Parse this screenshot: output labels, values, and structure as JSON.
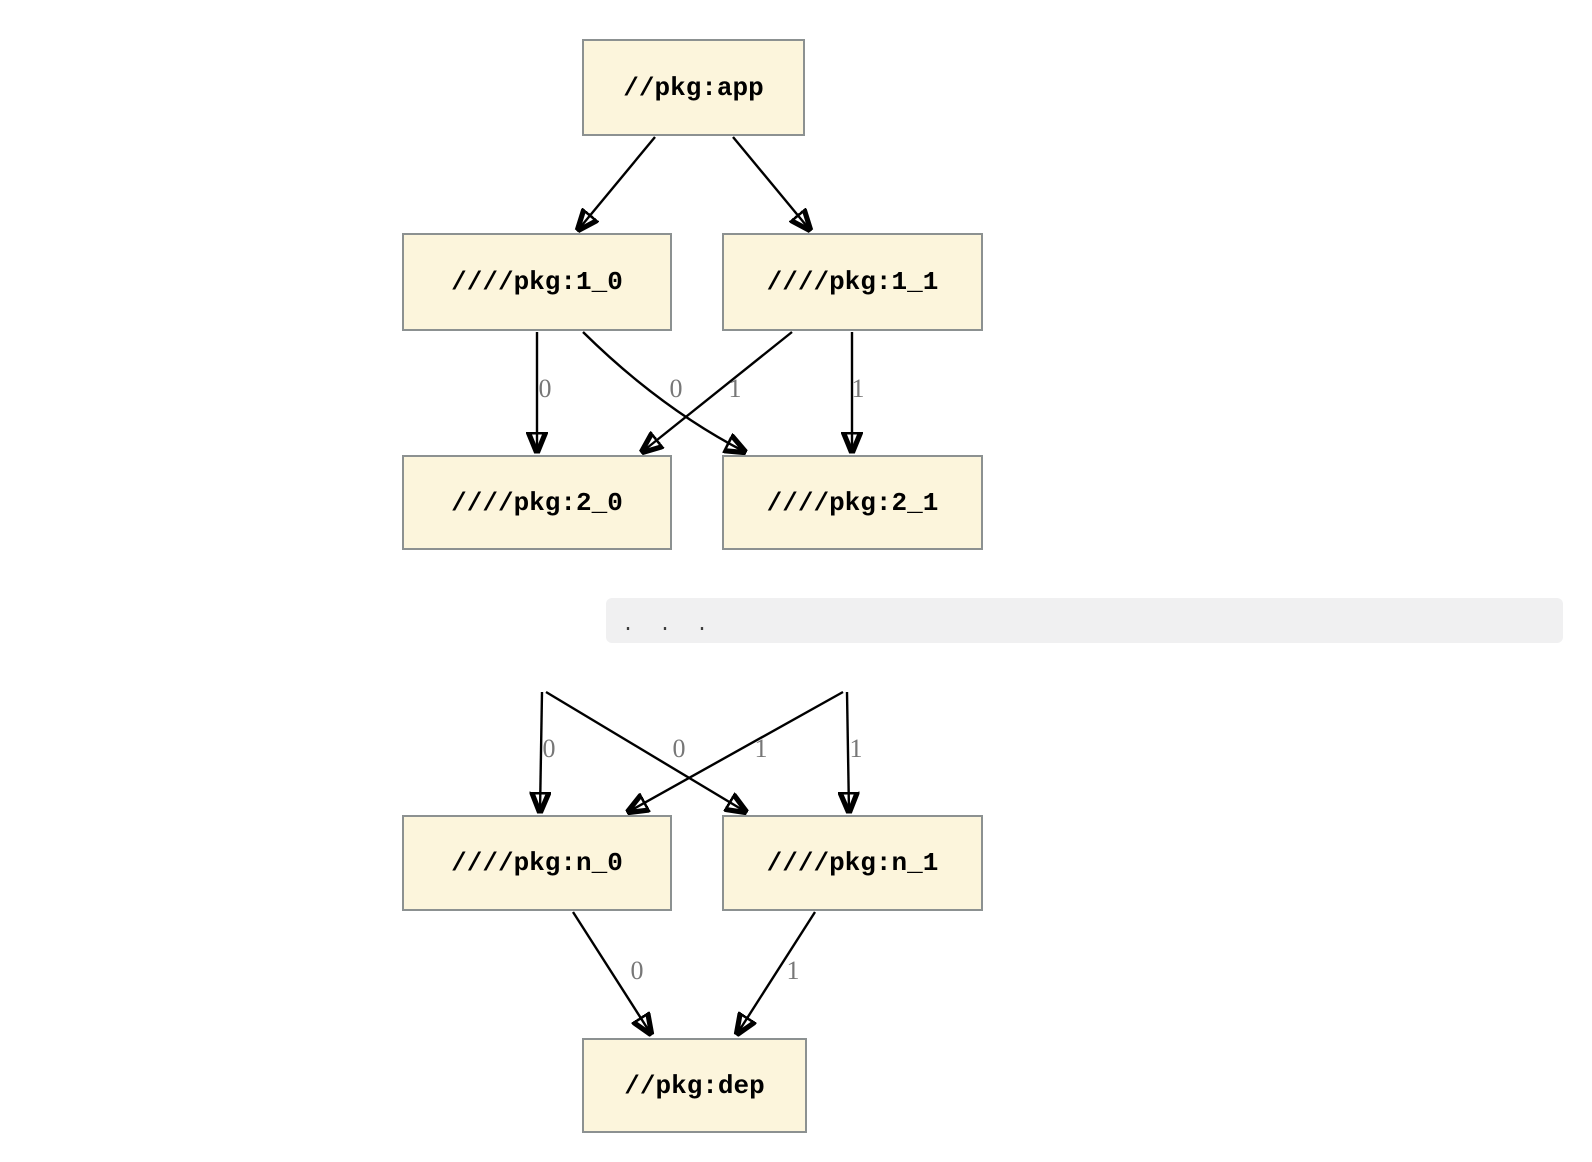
{
  "colors": {
    "background": "#ffffff",
    "node_fill": "#FCF5DC",
    "node_border": "#8C9191",
    "edge": "#000000",
    "edge_label": "#777777",
    "ellipsis_bg": "#F0F0F1",
    "ellipsis_text": "#3C3C3C"
  },
  "nodes": {
    "app": {
      "label": "//pkg:app"
    },
    "l1_0": {
      "label": "////pkg:1_0"
    },
    "l1_1": {
      "label": "////pkg:1_1"
    },
    "l2_0": {
      "label": "////pkg:2_0"
    },
    "l2_1": {
      "label": "////pkg:2_1"
    },
    "ln_0": {
      "label": "////pkg:n_0"
    },
    "ln_1": {
      "label": "////pkg:n_1"
    },
    "dep": {
      "label": "//pkg:dep"
    }
  },
  "edges": [
    {
      "from": "//pkg:app",
      "to": "////pkg:1_0",
      "label": ""
    },
    {
      "from": "//pkg:app",
      "to": "////pkg:1_1",
      "label": ""
    },
    {
      "from": "////pkg:1_0",
      "to": "////pkg:2_0",
      "label": "0"
    },
    {
      "from": "////pkg:1_1",
      "to": "////pkg:2_0",
      "label": "0"
    },
    {
      "from": "////pkg:1_0",
      "to": "////pkg:2_1",
      "label": "1"
    },
    {
      "from": "////pkg:1_1",
      "to": "////pkg:2_1",
      "label": "1"
    },
    {
      "from": "...",
      "to": "////pkg:n_0",
      "label": "0"
    },
    {
      "from": "...",
      "to": "////pkg:n_0",
      "label": "0"
    },
    {
      "from": "...",
      "to": "////pkg:n_1",
      "label": "1"
    },
    {
      "from": "...",
      "to": "////pkg:n_1",
      "label": "1"
    },
    {
      "from": "////pkg:n_0",
      "to": "//pkg:dep",
      "label": "0"
    },
    {
      "from": "////pkg:n_1",
      "to": "//pkg:dep",
      "label": "1"
    }
  ],
  "ellipsis": {
    "text": ". . ."
  }
}
